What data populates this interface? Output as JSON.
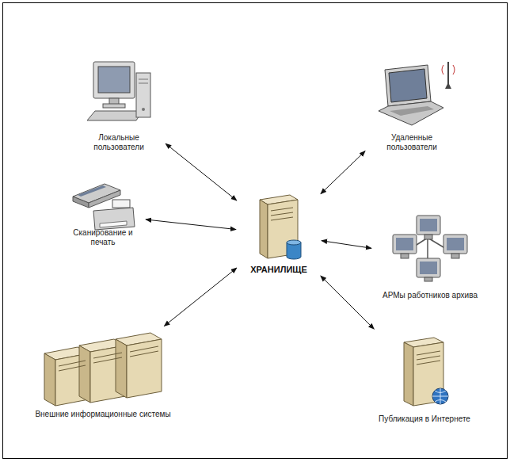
{
  "diagram": {
    "nodes": [
      {
        "text": [
          "Локальные пользователи"
        ]
      },
      {
        "text": [
          "Удаленные пользователи"
        ]
      },
      {
        "text": [
          "Сканирование и печать"
        ]
      },
      {
        "text": [
          "ХРАНИЛИЩЕ"
        ]
      },
      {
        "text": [
          "АРМы работников архива"
        ]
      },
      {
        "text": [
          "Внешние информационные системы"
        ]
      },
      {
        "text": [
          "Публикация в Интернете"
        ]
      }
    ],
    "edges": [
      {
        "from": 3,
        "to": 0,
        "arrow": "both"
      },
      {
        "from": 3,
        "to": 1,
        "arrow": "both"
      },
      {
        "from": 3,
        "to": 2,
        "arrow": "both"
      },
      {
        "from": 3,
        "to": 4,
        "arrow": "both"
      },
      {
        "from": 3,
        "to": 5,
        "arrow": "both"
      },
      {
        "from": 3,
        "to": 6,
        "arrow": "both"
      }
    ]
  }
}
